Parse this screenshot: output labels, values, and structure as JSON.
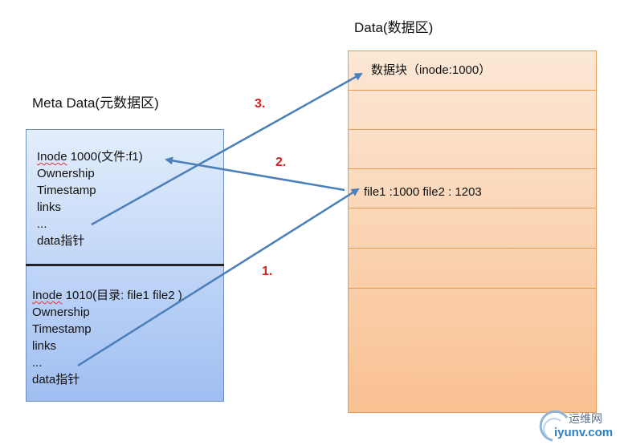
{
  "titles": {
    "data": "Data(数据区)",
    "meta": "Meta Data(元数据区)"
  },
  "inode_1000": {
    "inode_prefix": "Inode",
    "header_rest": " 1000(文件:f1)",
    "lines": [
      "Ownership",
      "Timestamp",
      "links",
      "...",
      "data指针"
    ]
  },
  "inode_1010": {
    "inode_prefix": "Inode",
    "header_rest": " 1010(目录: file1 file2 )",
    "lines": [
      "Ownership",
      "Timestamp",
      "links",
      "...",
      "data指针"
    ]
  },
  "data_blocks": {
    "block1": "数据块（inode:1000）",
    "block5": "file1 :1000  file2 : 1203"
  },
  "steps": {
    "one": "1.",
    "two": "2.",
    "three": "3."
  },
  "watermark": {
    "cn": "运维网",
    "domain": "iyunv.com"
  },
  "colors": {
    "arrow": "#4a7fb8",
    "step_label": "#d81e1e",
    "data_border": "#e59a57",
    "meta_border": "#6f8fb8"
  }
}
